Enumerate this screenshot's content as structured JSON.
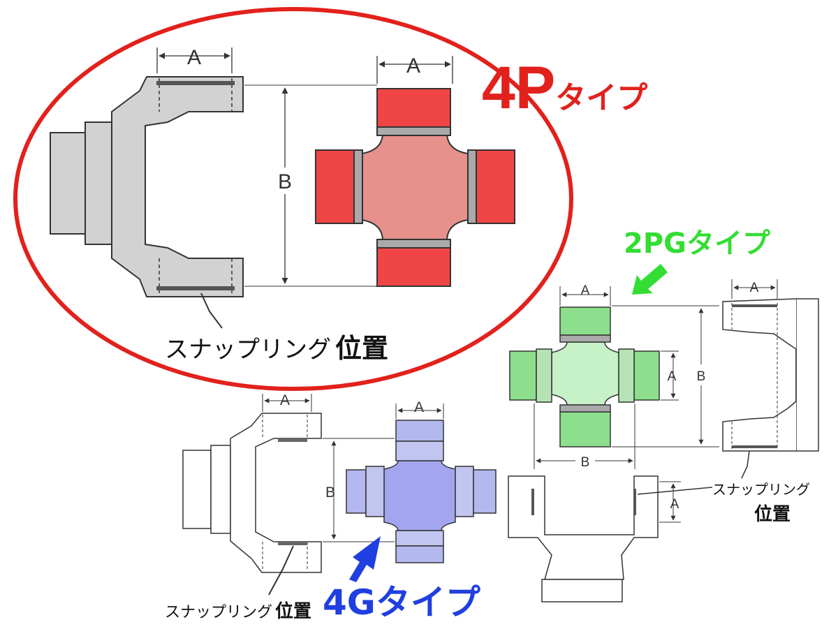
{
  "colors": {
    "highlight": "#e2211c",
    "green_label": "#33dd33",
    "blue_label": "#1f3fe0",
    "red_cross": "#ef4545",
    "red_body": "#e6918c",
    "green_cross": "#8ddf8d",
    "green_body": "#c7f1c7",
    "blue_cross": "#b3b8ef",
    "blue_body": "#a3a6ee",
    "yoke_gray": "#d2d2d2",
    "line": "#333333"
  },
  "icons": [
    "pointer-arrow-icon"
  ],
  "types": {
    "four_p": {
      "label_main": "4P",
      "label_suffix": "タイプ",
      "dim_a_yoke": "A",
      "dim_a_cross": "A",
      "dim_b": "B",
      "snap_ring": "スナップリング",
      "position": "位置"
    },
    "two_pg": {
      "label": "2PGタイプ",
      "dim_a_cross_top": "A",
      "dim_a_yoke_top": "A",
      "dim_a_cross_side": "A",
      "dim_b_vertical": "B",
      "dim_b_horizontal": "B",
      "dim_a_bottom": "A",
      "snap_ring": "スナップリング",
      "position": "位置"
    },
    "four_g": {
      "label": "4Gタイプ",
      "dim_a_yoke": "A",
      "dim_a_cross": "A",
      "dim_b": "B",
      "snap_ring": "スナップリング",
      "position": "位置"
    }
  }
}
